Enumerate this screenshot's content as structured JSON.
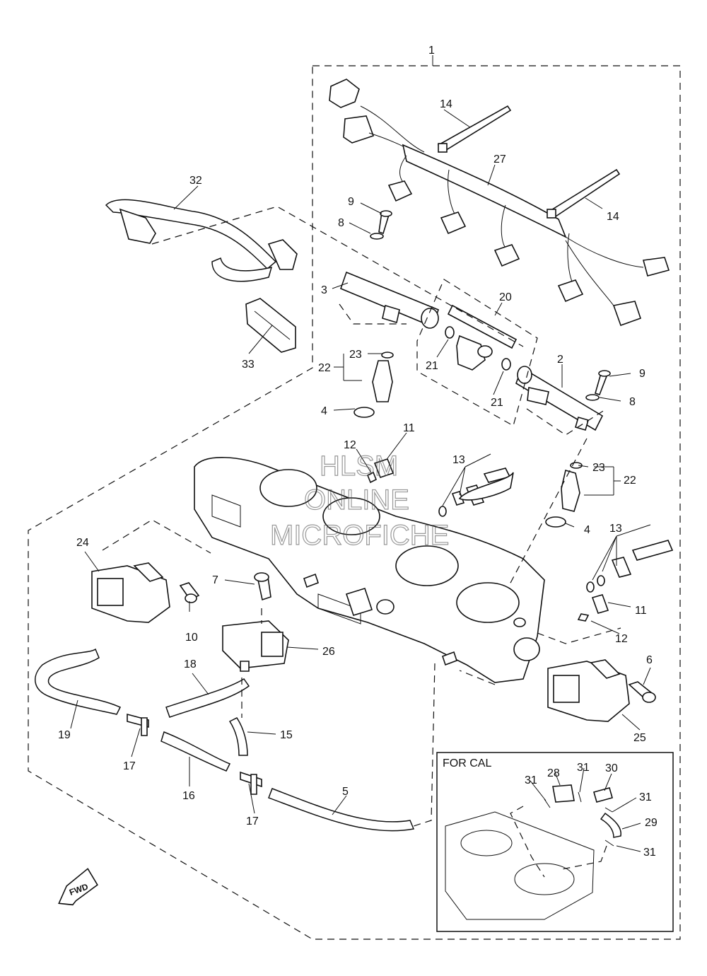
{
  "labels": {
    "p1": "1",
    "p2": "2",
    "p3": "3",
    "p4a": "4",
    "p4b": "4",
    "p5": "5",
    "p6": "6",
    "p7": "7",
    "p8a": "8",
    "p8b": "8",
    "p9a": "9",
    "p9b": "9",
    "p10": "10",
    "p11a": "11",
    "p11b": "11",
    "p12a": "12",
    "p12b": "12",
    "p13a": "13",
    "p13b": "13",
    "p14a": "14",
    "p14b": "14",
    "p15": "15",
    "p16": "16",
    "p17a": "17",
    "p17b": "17",
    "p18": "18",
    "p19": "19",
    "p20": "20",
    "p21a": "21",
    "p21b": "21",
    "p22a": "22",
    "p22b": "22",
    "p23a": "23",
    "p23b": "23",
    "p24": "24",
    "p25": "25",
    "p26": "26",
    "p27": "27",
    "p28": "28",
    "p29": "29",
    "p30": "30",
    "p31a": "31",
    "p31b": "31",
    "p31c": "31",
    "p31d": "31",
    "p32": "32",
    "p33": "33"
  },
  "inset": {
    "title": "FOR CAL"
  },
  "fwd_arrow": {
    "label": "FWD"
  },
  "watermark": {
    "line1": "HLSM",
    "line2": "ONLINE",
    "line3": "MICROFICHE"
  },
  "icons": {
    "fwd": "forward-arrow-icon"
  }
}
